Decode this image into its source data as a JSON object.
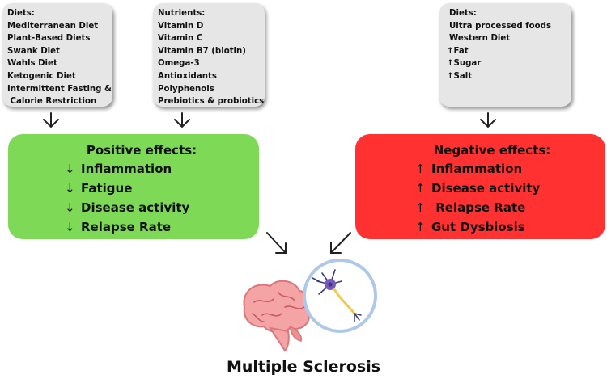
{
  "positive_diets": {
    "header": "Diets:",
    "items": [
      "Mediterranean Diet",
      "Plant-Based Diets",
      "Swank Diet",
      "Wahls Diet",
      "Ketogenic Diet",
      "Intermittent Fasting &",
      " Calorie Restriction"
    ]
  },
  "nutrients": {
    "header": "Nutrients:",
    "items": [
      "Vitamin D",
      "Vitamin C",
      "Vitamin B7 (biotin)",
      "Omega-3",
      "Antioxidants",
      "Polyphenols",
      "Prebiotics & probiotics"
    ]
  },
  "negative_diets": {
    "header": "Diets:",
    "items": [
      "Ultra processed foods",
      "Western Diet",
      "↑Fat",
      "↑Sugar",
      "↑Salt"
    ]
  },
  "positive_effects": {
    "title": "Positive effects:",
    "arrow": "↓",
    "items": [
      "Inflammation",
      "Fatigue",
      "Disease activity",
      "Relapse Rate"
    ],
    "color": "#7ed957"
  },
  "negative_effects": {
    "title": "Negative effects:",
    "arrow": "↑",
    "items": [
      "Inflammation",
      "Disease activity",
      " Relapse Rate",
      "Gut Dysbiosis"
    ],
    "color": "#ff3131"
  },
  "center_title": "Multiple Sclerosis",
  "icons": [
    "brain-icon",
    "neuron-icon"
  ]
}
